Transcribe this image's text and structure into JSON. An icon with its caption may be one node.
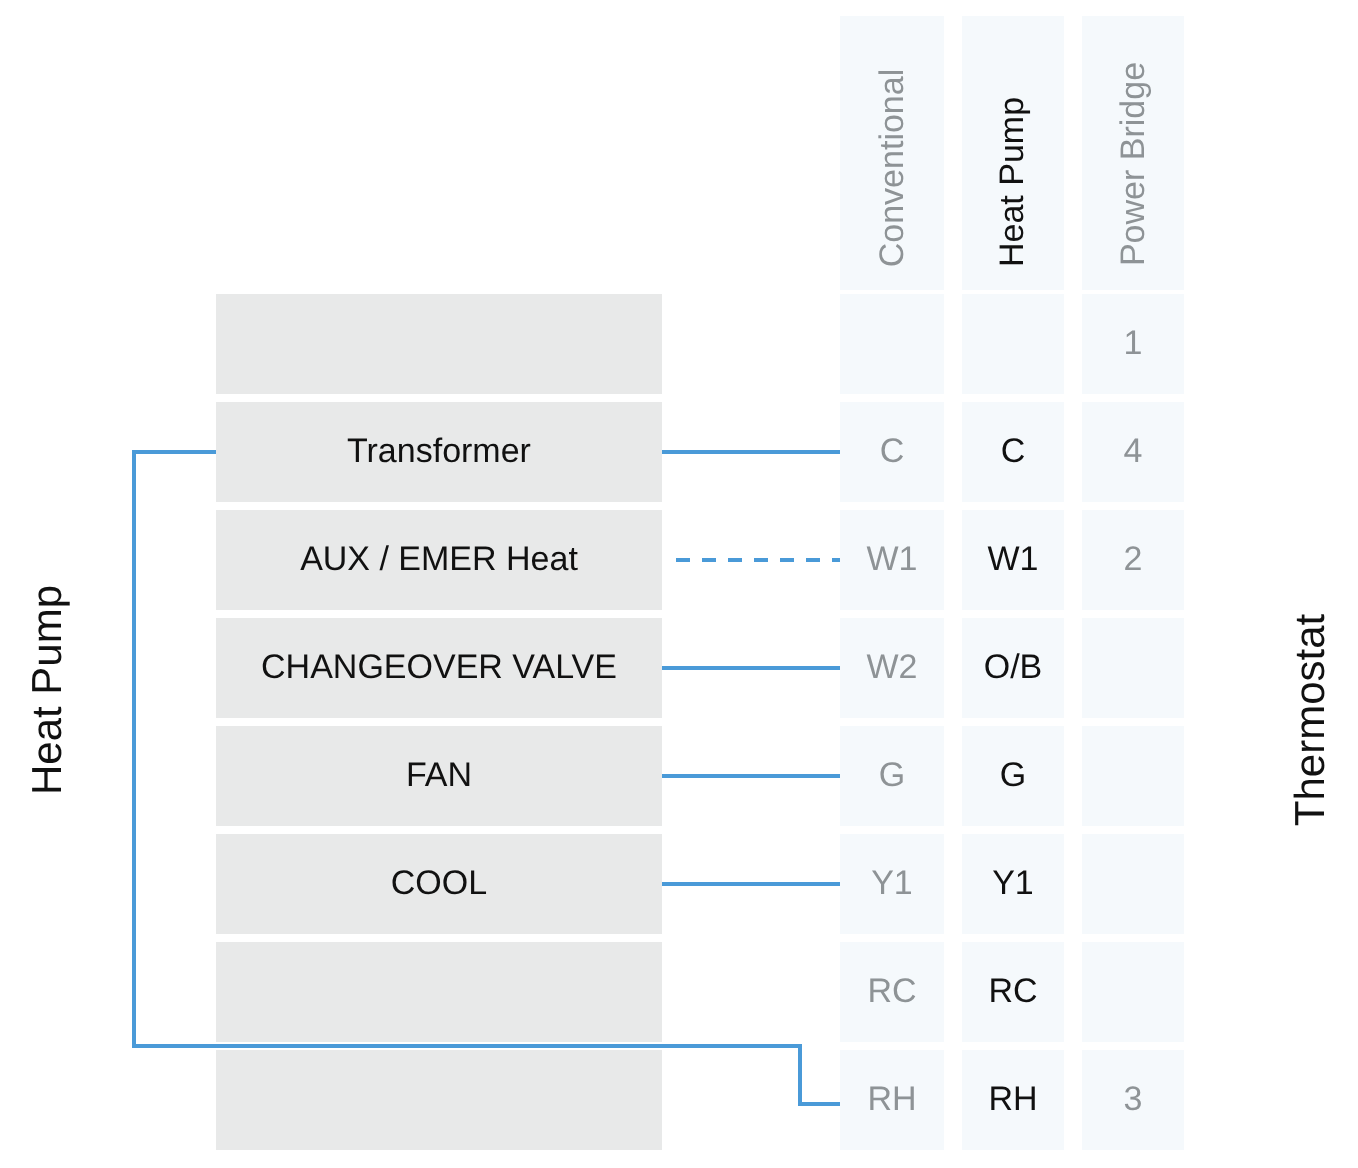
{
  "diagram": {
    "nodes": [
      {
        "text": [],
        "shape": "box"
      },
      {
        "text": [
          "Transformer"
        ]
      },
      {
        "text": [
          "AUX / EMER Heat"
        ]
      },
      {
        "text": [
          "CHANGEOVER VALVE"
        ]
      },
      {
        "text": [
          "FAN"
        ]
      },
      {
        "text": [
          "COOL"
        ]
      },
      {
        "text": [],
        "shape": "box"
      },
      {
        "text": [],
        "shape": "box"
      },
      {
        "text": [
          "Conventional"
        ]
      },
      {
        "text": [
          "Heat Pump"
        ]
      },
      {
        "text": [
          "Power Bridge"
        ]
      },
      {
        "text": [],
        "shape": "box"
      },
      {
        "text": [],
        "shape": "box"
      },
      {
        "text": [
          "1"
        ]
      },
      {
        "text": [
          "C"
        ]
      },
      {
        "text": [
          "C"
        ]
      },
      {
        "text": [
          "4"
        ]
      },
      {
        "text": [
          "W1"
        ]
      },
      {
        "text": [
          "W1"
        ]
      },
      {
        "text": [
          "2"
        ]
      },
      {
        "text": [
          "W2"
        ]
      },
      {
        "text": [
          "O/B"
        ]
      },
      {
        "text": [],
        "shape": "box"
      },
      {
        "text": [
          "G"
        ]
      },
      {
        "text": [
          "G"
        ]
      },
      {
        "text": [],
        "shape": "box"
      },
      {
        "text": [
          "Y1"
        ]
      },
      {
        "text": [
          "Y1"
        ]
      },
      {
        "text": [],
        "shape": "box"
      },
      {
        "text": [
          "RC"
        ]
      },
      {
        "text": [
          "RC"
        ]
      },
      {
        "text": [],
        "shape": "box"
      },
      {
        "text": [
          "RH"
        ]
      },
      {
        "text": [
          "RH"
        ]
      },
      {
        "text": [
          "3"
        ]
      }
    ],
    "edges": [
      {
        "from": 1,
        "to": 14,
        "arrow": "none"
      },
      {
        "from": 2,
        "to": 17,
        "arrow": "none",
        "style": "dashed"
      },
      {
        "from": 3,
        "to": 20,
        "arrow": "none"
      },
      {
        "from": 4,
        "to": 23,
        "arrow": "none"
      },
      {
        "from": 5,
        "to": 26,
        "arrow": "none"
      },
      {
        "from": 1,
        "to": 32,
        "arrow": "none"
      }
    ],
    "labels": [
      "Heat Pump",
      "Thermostat"
    ]
  }
}
